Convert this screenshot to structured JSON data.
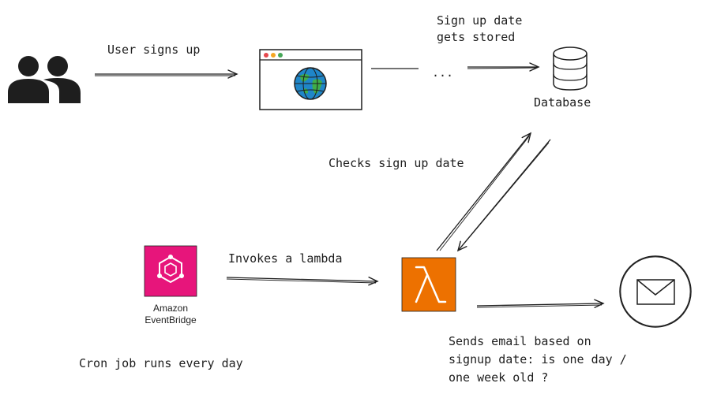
{
  "labels": {
    "user_signs_up": "User signs up",
    "signup_date_stored_line1": "Sign up date",
    "signup_date_stored_line2": "gets stored",
    "ellipsis": "...",
    "database": "Database",
    "checks_signup_date": "Checks sign up date",
    "invokes_lambda": "Invokes a lambda",
    "eventbridge_line1": "Amazon",
    "eventbridge_line2": "EventBridge",
    "cron_job": "Cron job runs every day",
    "sends_email_line1": "Sends email based on",
    "sends_email_line2": "signup date: is one day /",
    "sends_email_line3": "one week old ?"
  },
  "icons": {
    "users": "users-icon",
    "browser": "browser-window-icon",
    "globe": "globe-icon",
    "database": "database-icon",
    "eventbridge": "amazon-eventbridge-icon",
    "lambda": "aws-lambda-icon",
    "email": "envelope-icon"
  },
  "colors": {
    "ink": "#1e1e1e",
    "eventbridge": "#e7157b",
    "lambda": "#ed7100",
    "globe_blue": "#1f86c8",
    "globe_green": "#3fae49"
  }
}
